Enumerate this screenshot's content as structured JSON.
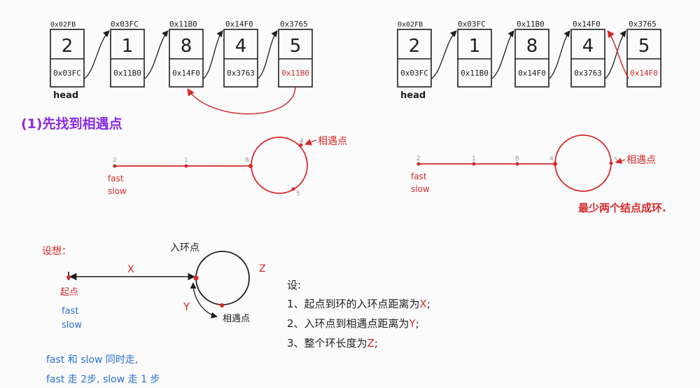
{
  "colors": {
    "ink": "#1d1d1d",
    "red": "#d42a2a",
    "purple": "#8a2be2",
    "blue": "#2a6fd4"
  },
  "top_left": {
    "nodes": [
      {
        "value": "2",
        "next": "0x03FC",
        "addr": "0x02FB"
      },
      {
        "value": "1",
        "next": "0x11B0",
        "addr": "0x03FC"
      },
      {
        "value": "8",
        "next": "0x14F0",
        "addr": "0x11B0"
      },
      {
        "value": "4",
        "next": "0x3763",
        "addr": "0x14F0"
      },
      {
        "value": "5",
        "next": "0x11B0",
        "addr": "0x3765"
      }
    ],
    "head_label": "head",
    "step_label": "(1)先找到相遇点",
    "line": {
      "start_mark": "2",
      "mid_mark": "1",
      "join_mark": "8",
      "top_mark": "4",
      "bottom_mark": "5",
      "meet_label": "相遇点",
      "fast_label": "fast",
      "slow_label": "slow"
    }
  },
  "top_right": {
    "nodes": [
      {
        "value": "2",
        "next": "0x03FC",
        "addr": "0x02FB"
      },
      {
        "value": "1",
        "next": "0x11B0",
        "addr": "0x03FC"
      },
      {
        "value": "8",
        "next": "0x14F0",
        "addr": "0x11B0"
      },
      {
        "value": "4",
        "next": "0x3763",
        "addr": "0x14F0"
      },
      {
        "value": "5",
        "next": "0x14F0",
        "addr": "0x3765"
      }
    ],
    "head_label": "head",
    "line": {
      "start_mark": "2",
      "mark_1": "1",
      "mark_2": "8",
      "join_mark": "4",
      "meet_mark": "5",
      "meet_label": "相遇点",
      "fast_label": "fast",
      "slow_label": "slow"
    },
    "note": "最少两个结点成环."
  },
  "bottom_left": {
    "suppose": "设想：",
    "entry_label": "入环点",
    "z_label": "Z",
    "x_label": "X",
    "y_label": "Y",
    "start_label": "起点",
    "fast_label": "fast",
    "slow_label": "slow",
    "meet_label": "相遇点",
    "note_line1": "fast 和 slow 同时走,",
    "note_line2": "fast 走 2步, slow 走 1 步"
  },
  "definitions": {
    "title": "设:",
    "items": [
      {
        "prefix": "1、起点到环的入环点距离为",
        "var": "X",
        "suffix": ";"
      },
      {
        "prefix": "2、入环点到相遇点距离为",
        "var": "Y",
        "suffix": ";"
      },
      {
        "prefix": "3、整个环长度为",
        "var": "Z",
        "suffix": ";"
      }
    ]
  }
}
